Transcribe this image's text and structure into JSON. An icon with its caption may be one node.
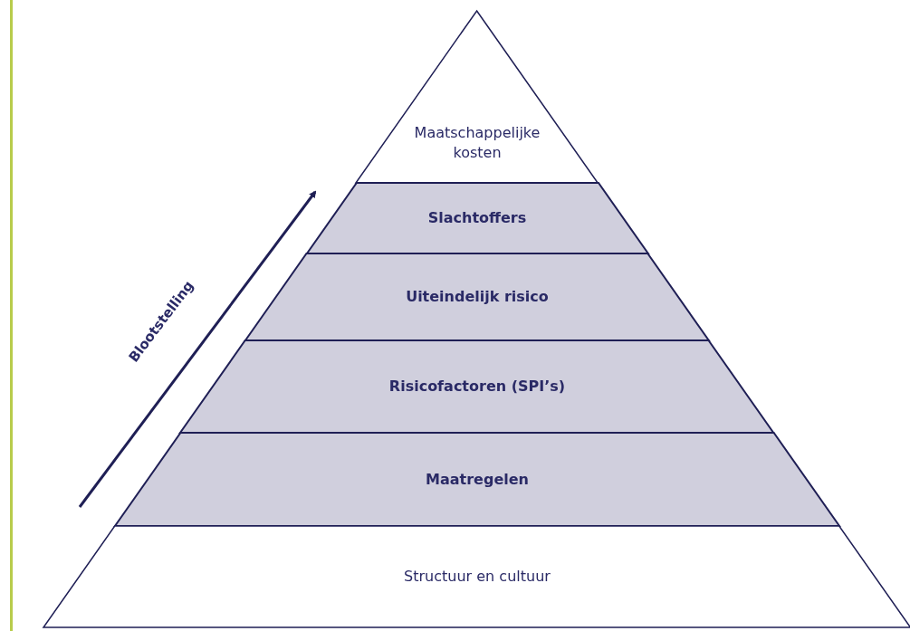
{
  "diagram": {
    "nodes": [
      {
        "text": [
          "Maatschappelijke kosten"
        ]
      },
      {
        "text": [
          "Slachtoffers"
        ]
      },
      {
        "text": [
          "Uiteindelijk risico"
        ]
      },
      {
        "text": [
          "Risicofactoren (SPI’s)"
        ]
      },
      {
        "text": [
          "Maatregelen"
        ]
      },
      {
        "text": [
          "Structuur en cultuur"
        ]
      }
    ],
    "labels": [
      "Blootstelling"
    ]
  }
}
